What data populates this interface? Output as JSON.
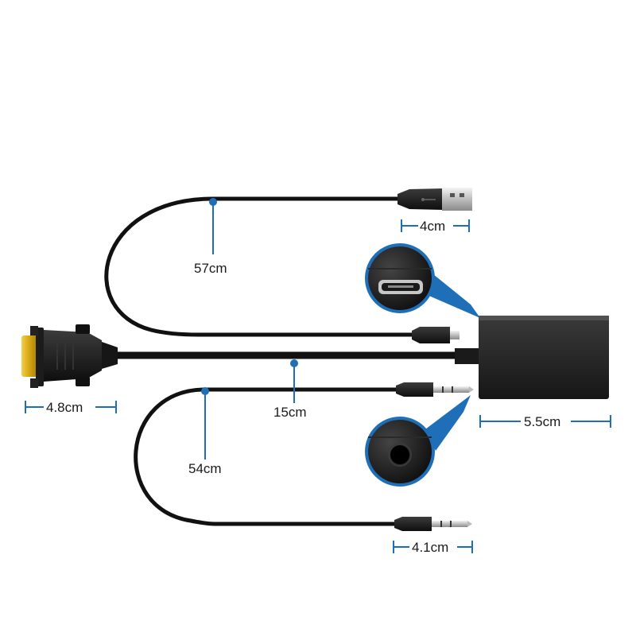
{
  "labels": {
    "usb_plug_length": "4cm",
    "usb_cable_length": "57cm",
    "vga_plug_width": "4.8cm",
    "main_cable_length": "15cm",
    "box_width": "5.5cm",
    "audio_cable_length": "54cm",
    "audio_plug_length": "4.1cm"
  },
  "colors": {
    "background": "#ffffff",
    "cable": "#111111",
    "accent_blue": "#1f6fb8",
    "connector_gold": "#d4a514"
  },
  "icons": [
    "vga-connector",
    "usb-a-plug",
    "micro-usb-plug",
    "audio-jack-plug",
    "adapter-box",
    "micro-usb-port-detail",
    "audio-port-detail"
  ]
}
